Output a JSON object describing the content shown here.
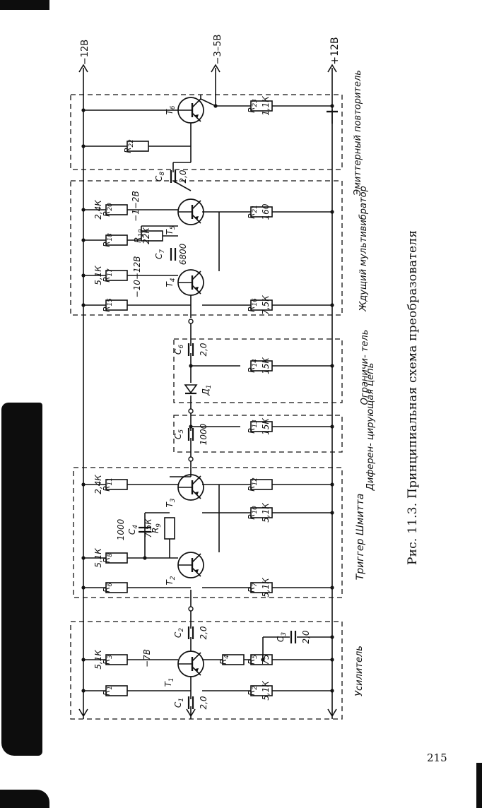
{
  "figure_caption": "Рис. 11.3. Принципиальная схема преобразователя",
  "page_number": "215",
  "rails": {
    "negative": "−12В",
    "positive": "+12В",
    "output": "−3–5В"
  },
  "blocks": [
    {
      "id": "amplifier",
      "label": "Усилитель"
    },
    {
      "id": "schmitt",
      "label": "Триггер Шмитта"
    },
    {
      "id": "differentiator",
      "label": "Диферен- цирующая цепь"
    },
    {
      "id": "limiter",
      "label": "Ограничи- тель"
    },
    {
      "id": "multivibrator",
      "label": "Ждущий мультивибратор"
    },
    {
      "id": "emitter_follower",
      "label": "Эмиттерный повторитель"
    }
  ],
  "components": {
    "R1": {
      "name": "R1",
      "value": ""
    },
    "R2": {
      "name": "R2",
      "value": "5,1К"
    },
    "R3": {
      "name": "R3",
      "value": "5,1К"
    },
    "R4": {
      "name": "R4",
      "value": ""
    },
    "R5": {
      "name": "R5",
      "value": "75"
    },
    "R6": {
      "name": "R6",
      "value": ""
    },
    "R7": {
      "name": "R7",
      "value": "5,1К"
    },
    "R8": {
      "name": "R8",
      "value": "5,1К"
    },
    "R9": {
      "name": "R9",
      "value": "7,5К"
    },
    "R10": {
      "name": "R10",
      "value": "5,1К"
    },
    "R11": {
      "name": "R11",
      "value": "2,4К"
    },
    "R12": {
      "name": "R12",
      "value": ""
    },
    "R13": {
      "name": "R13",
      "value": "15К"
    },
    "R14": {
      "name": "R14",
      "value": "15К"
    },
    "R15": {
      "name": "R15",
      "value": ""
    },
    "R16": {
      "name": "R16",
      "value": "7,5К"
    },
    "R17": {
      "name": "R17",
      "value": "5,1К"
    },
    "R18": {
      "name": "R18",
      "value": ""
    },
    "R19": {
      "name": "R19",
      "value": "22К"
    },
    "R20": {
      "name": "R20",
      "value": "2,4К"
    },
    "R21": {
      "name": "R21",
      "value": "160"
    },
    "R22": {
      "name": "R22",
      "value": ""
    },
    "R23": {
      "name": "R23",
      "value": "1,1К"
    },
    "C1": {
      "name": "C1",
      "value": "2,0"
    },
    "C2": {
      "name": "C2",
      "value": "2,0"
    },
    "C3": {
      "name": "C3",
      "value": "2,0"
    },
    "C4": {
      "name": "C4",
      "value": "1000"
    },
    "C5": {
      "name": "C5",
      "value": "1000"
    },
    "C6": {
      "name": "C6",
      "value": "2,0"
    },
    "C7": {
      "name": "C7",
      "value": "6800"
    },
    "C8": {
      "name": "C8",
      "value": "2,0"
    },
    "T1": {
      "name": "T1"
    },
    "T2": {
      "name": "T2"
    },
    "T3": {
      "name": "T3"
    },
    "T4": {
      "name": "T4"
    },
    "T5": {
      "name": "T5"
    },
    "T6": {
      "name": "T6"
    },
    "D1": {
      "name": "Д1"
    }
  },
  "node_labels": {
    "t1_base": "−7В",
    "t4_node": "−10−12В",
    "t5_node": "−1−2В"
  }
}
